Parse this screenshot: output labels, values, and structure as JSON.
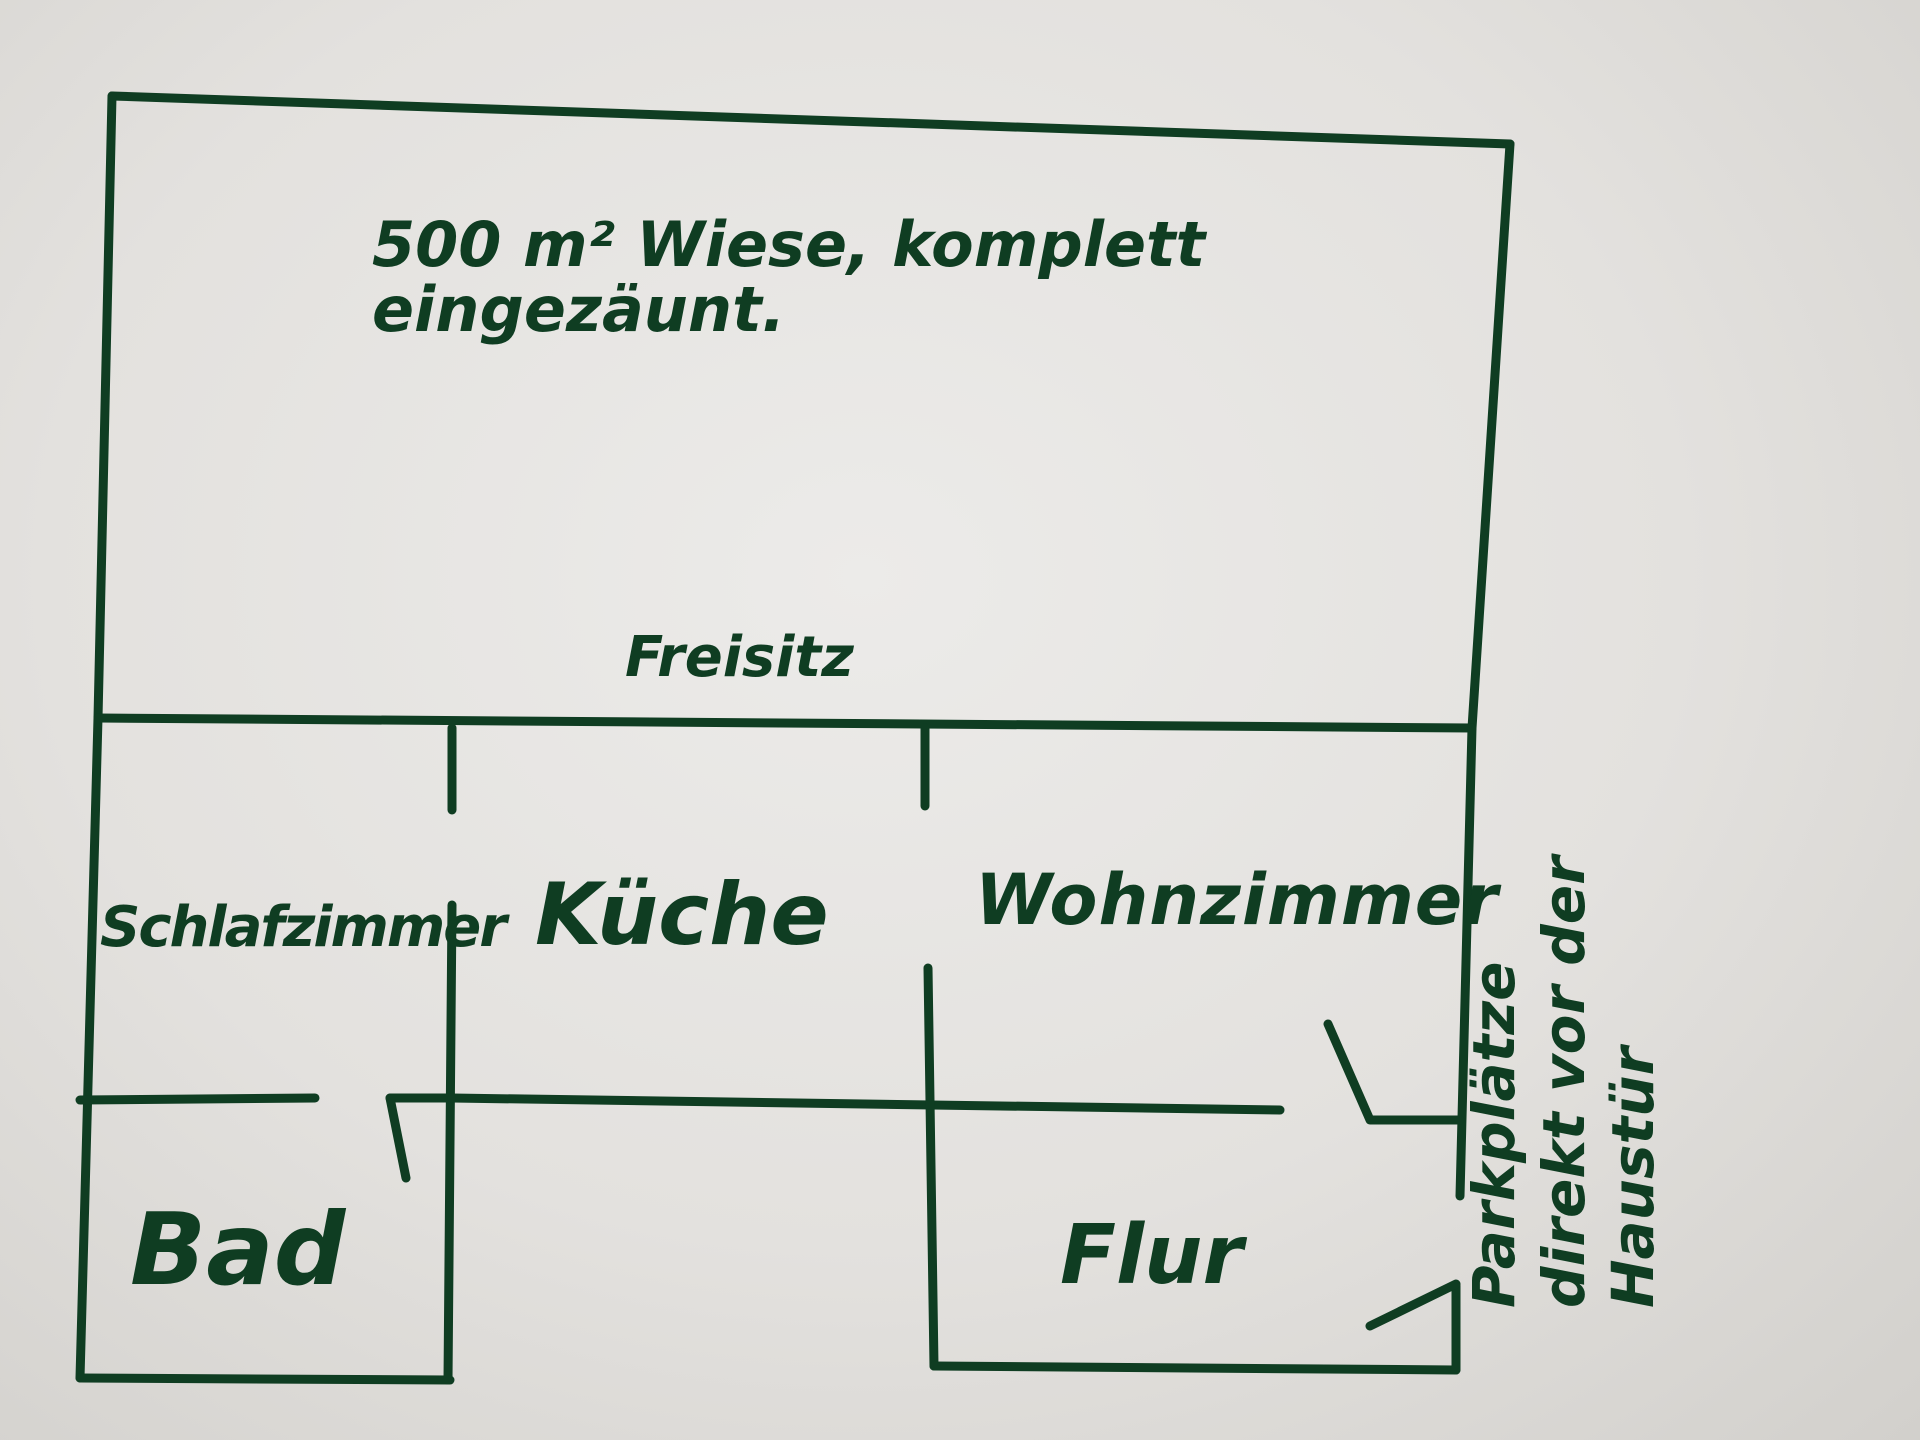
{
  "diagram": {
    "colors": {
      "ink": "#0f3d22",
      "paper": "#e6e4e1"
    },
    "meadow": {
      "line1": "500 m² Wiese, komplett",
      "line2": "eingezäunt."
    },
    "rooms": {
      "freisitz": "Freisitz",
      "schlafzimmer": "Schlafzimmer",
      "kueche": "Küche",
      "wohnzimmer": "Wohnzimmer",
      "bad": "Bad",
      "flur": "Flur"
    },
    "parking": {
      "line1": "Parkplätze",
      "line2": "direkt vor der",
      "line3": "Haustür"
    }
  }
}
